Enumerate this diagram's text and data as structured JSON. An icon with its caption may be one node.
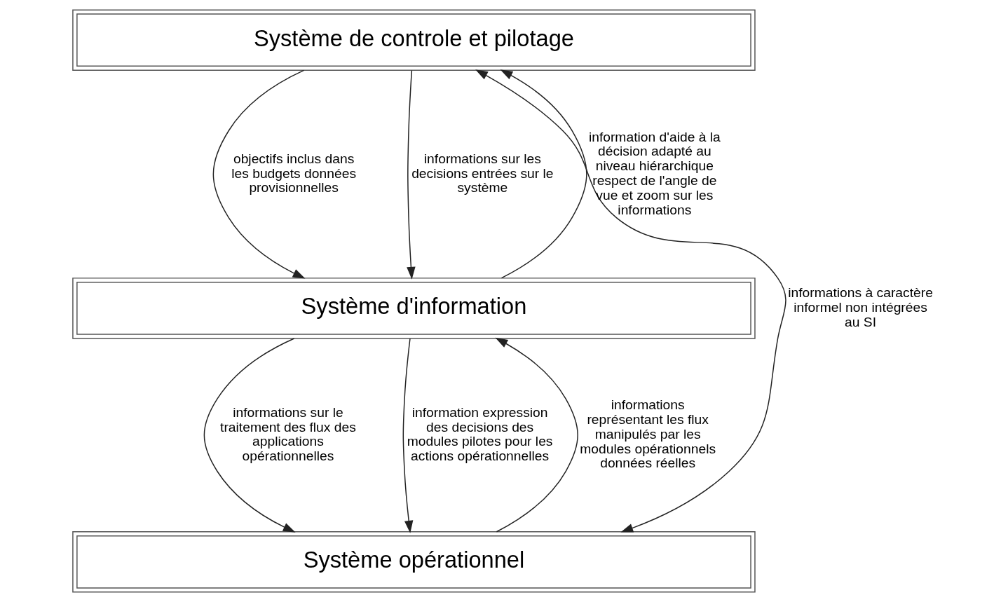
{
  "diagram": {
    "nodes": [
      {
        "text": [
          "Système de controle et pilotage"
        ]
      },
      {
        "text": [
          "Système d'information"
        ]
      },
      {
        "text": [
          "Système opérationnel"
        ]
      }
    ],
    "edges": [
      {
        "from": 0,
        "to": 1,
        "arrow": "to",
        "label": "objectifs inclus dans les budgets données provisionnelles"
      },
      {
        "from": 1,
        "to": 0,
        "arrow": "to",
        "label": "information d'aide à la décision adapté au niveau hiérarchique respect de l'angle de vue et zoom sur les informations"
      },
      {
        "from": 0,
        "to": 1,
        "arrow": "to",
        "label": "informations sur les decisions entrées sur le système"
      },
      {
        "from": 2,
        "to": 1,
        "arrow": "to",
        "label": "informations représentant les flux manipulés par les modules opérationnels données réelles"
      },
      {
        "from": 1,
        "to": 2,
        "arrow": "to",
        "label": "informations sur le traitement des flux des applications opérationnelles"
      },
      {
        "from": 1,
        "to": 2,
        "arrow": "to",
        "label": "information expression des decisions des modules pilotes pour les actions opérationnelles"
      },
      {
        "from": 0,
        "to": 2,
        "arrow": "both",
        "label": "informations à caractère informel non intégrées au SI"
      }
    ]
  }
}
